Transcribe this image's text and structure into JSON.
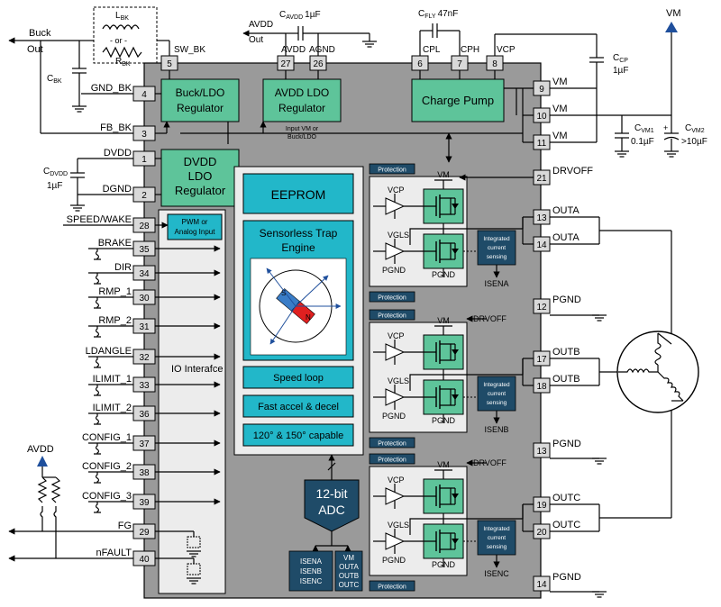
{
  "components": {
    "lbk": "L",
    "lbk_sub": "BK",
    "or": "- or -",
    "rbk": "R",
    "rbk_sub": "BK",
    "buck_out_1": "Buck",
    "buck_out_2": "Out",
    "cbk": "C",
    "cbk_sub": "BK",
    "cavdd": "C",
    "cavdd_sub": "AVDD",
    "cavdd_val": "1µF",
    "avdd_out_1": "AVDD",
    "avdd_out_2": "Out",
    "cfly": "C",
    "cfly_sub": "FLY",
    "cfly_val": "47nF",
    "vm": "VM",
    "ccp": "C",
    "ccp_sub": "CP",
    "ccp_val": "1µF",
    "cvm1": "C",
    "cvm1_sub": "VM1",
    "cvm1_val": "0.1µF",
    "cvm2": "C",
    "cvm2_sub": "VM2",
    "cvm2_val": ">10µF",
    "cdvdd": "C",
    "cdvdd_sub": "DVDD",
    "cdvdd_val": "1µF",
    "avdd_pullup": "AVDD"
  },
  "top_labels": {
    "sw_bk": "SW_BK",
    "avdd": "AVDD",
    "agnd": "AGND",
    "cpl": "CPL",
    "cph": "CPH",
    "vcp": "VCP"
  },
  "pins_top": [
    {
      "num": "5"
    },
    {
      "num": "27"
    },
    {
      "num": "26"
    },
    {
      "num": "6"
    },
    {
      "num": "7"
    },
    {
      "num": "8"
    }
  ],
  "pins_left": [
    {
      "num": "4",
      "label": "GND_BK"
    },
    {
      "num": "3",
      "label": "FB_BK"
    },
    {
      "num": "1",
      "label": "DVDD"
    },
    {
      "num": "2",
      "label": "DGND"
    },
    {
      "num": "28",
      "label": "SPEED/WAKE"
    },
    {
      "num": "35",
      "label": "BRAKE"
    },
    {
      "num": "34",
      "label": "DIR"
    },
    {
      "num": "30",
      "label": "RMP_1"
    },
    {
      "num": "31",
      "label": "RMP_2"
    },
    {
      "num": "32",
      "label": "LDANGLE"
    },
    {
      "num": "33",
      "label": "ILIMIT_1"
    },
    {
      "num": "36",
      "label": "ILIMIT_2"
    },
    {
      "num": "37",
      "label": "CONFIG_1"
    },
    {
      "num": "38",
      "label": "CONFIG_2"
    },
    {
      "num": "39",
      "label": "CONFIG_3"
    },
    {
      "num": "29",
      "label": "FG"
    },
    {
      "num": "40",
      "label": "nFAULT"
    }
  ],
  "pins_right": [
    {
      "num": "9",
      "label": "VM"
    },
    {
      "num": "10",
      "label": "VM"
    },
    {
      "num": "11",
      "label": "VM"
    },
    {
      "num": "21",
      "label": "DRVOFF"
    },
    {
      "num": "13",
      "label": "OUTA"
    },
    {
      "num": "14",
      "label": "OUTA"
    },
    {
      "num": "12",
      "label": "PGND"
    },
    {
      "num": "17",
      "label": "OUTB"
    },
    {
      "num": "18",
      "label": "OUTB"
    },
    {
      "num": "13",
      "label": "PGND"
    },
    {
      "num": "19",
      "label": "OUTC"
    },
    {
      "num": "20",
      "label": "OUTC"
    },
    {
      "num": "14",
      "label": "PGND"
    }
  ],
  "blocks": {
    "buck_1": "Buck/LDO",
    "buck_2": "Regulator",
    "avdd_1": "AVDD LDO",
    "avdd_2": "Regulator",
    "input_1": "Input VM or",
    "input_2": "Buck/LDO",
    "charge_pump": "Charge Pump",
    "dvdd_1": "DVDD",
    "dvdd_2": "LDO",
    "dvdd_3": "Regulator",
    "pwm_1": "PWM or",
    "pwm_2": "Analog Input",
    "io": "IO Interafce",
    "eeprom": "EEPROM",
    "engine_1": "Sensorless Trap",
    "engine_2": "Engine",
    "rotor_s": "S",
    "rotor_n": "N",
    "speed_loop": "Speed loop",
    "accel": "Fast accel & decel",
    "capable": "120° & 150° capable",
    "adc_1": "12-bit",
    "adc_2": "ADC",
    "adc_in_left": [
      "ISENA",
      "ISENB",
      "ISENC"
    ],
    "adc_in_right": [
      "VM",
      "OUTA",
      "OUTB",
      "OUTC"
    ]
  },
  "halfbridge": {
    "protection": "Protection",
    "vm": "VM",
    "vcp": "VCP",
    "vgls": "VGLS",
    "pgnd": "PGND",
    "drvoff": "DRVOFF",
    "sense_1": "Integrated",
    "sense_2": "current",
    "sense_3": "sensing",
    "isen": [
      "ISENA",
      "ISENB",
      "ISENC"
    ]
  }
}
